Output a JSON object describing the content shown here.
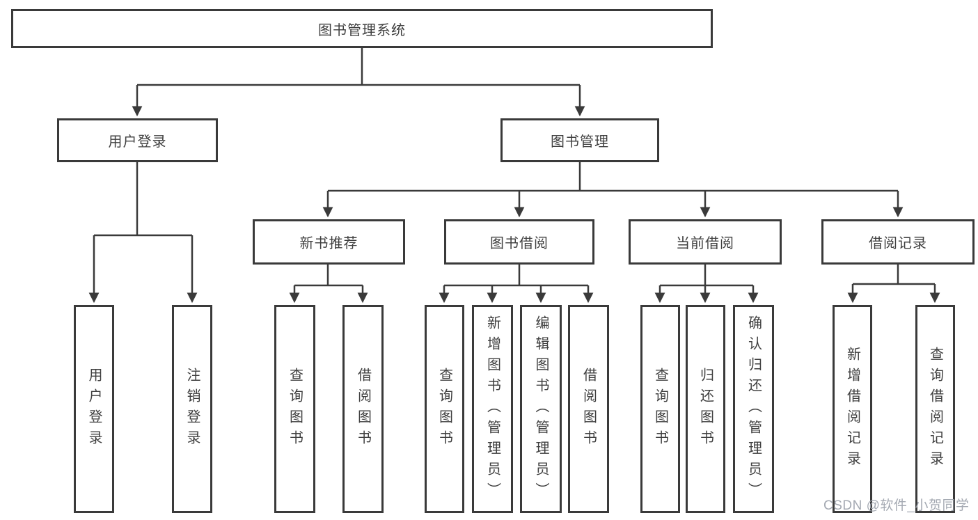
{
  "diagram_title": "图书管理系统",
  "nodes": {
    "root": {
      "label": "图书管理系统"
    },
    "user_login": {
      "label": "用户登录"
    },
    "book_mgmt": {
      "label": "图书管理"
    },
    "new_book_rec": {
      "label": "新书推荐"
    },
    "book_borrow": {
      "label": "图书借阅"
    },
    "current_borrow": {
      "label": "当前借阅"
    },
    "borrow_record": {
      "label": "借阅记录"
    },
    "leaf_user_login": {
      "label": "用户登录"
    },
    "leaf_logout": {
      "label": "注销登录"
    },
    "leaf_a1": {
      "label": "查询图书"
    },
    "leaf_a2": {
      "label": "借阅图书"
    },
    "leaf_b1": {
      "label": "查询图书"
    },
    "leaf_b2": {
      "label": "新增图书（管理员）"
    },
    "leaf_b3": {
      "label": "编辑图书（管理员）"
    },
    "leaf_b4": {
      "label": "借阅图书"
    },
    "leaf_c1": {
      "label": "查询图书"
    },
    "leaf_c2": {
      "label": "归还图书"
    },
    "leaf_c3": {
      "label": "确认归还（管理员）"
    },
    "leaf_d1": {
      "label": "新增借阅记录"
    },
    "leaf_d2": {
      "label": "查询借阅记录"
    }
  },
  "hierarchy": {
    "图书管理系统": {
      "用户登录": [
        "用户登录",
        "注销登录"
      ],
      "图书管理": {
        "新书推荐": [
          "查询图书",
          "借阅图书"
        ],
        "图书借阅": [
          "查询图书",
          "新增图书（管理员）",
          "编辑图书（管理员）",
          "借阅图书"
        ],
        "当前借阅": [
          "查询图书",
          "归还图书",
          "确认归还（管理员）"
        ],
        "借阅记录": [
          "新增借阅记录",
          "查询借阅记录"
        ]
      }
    }
  },
  "watermark": {
    "text": "CSDN @软件_小贺同学",
    "color": "#9aa0aa"
  },
  "colors": {
    "line": "#3a3a3a",
    "box_border": "#3a3a3a",
    "text": "#3f3f3f",
    "background": "#ffffff"
  }
}
